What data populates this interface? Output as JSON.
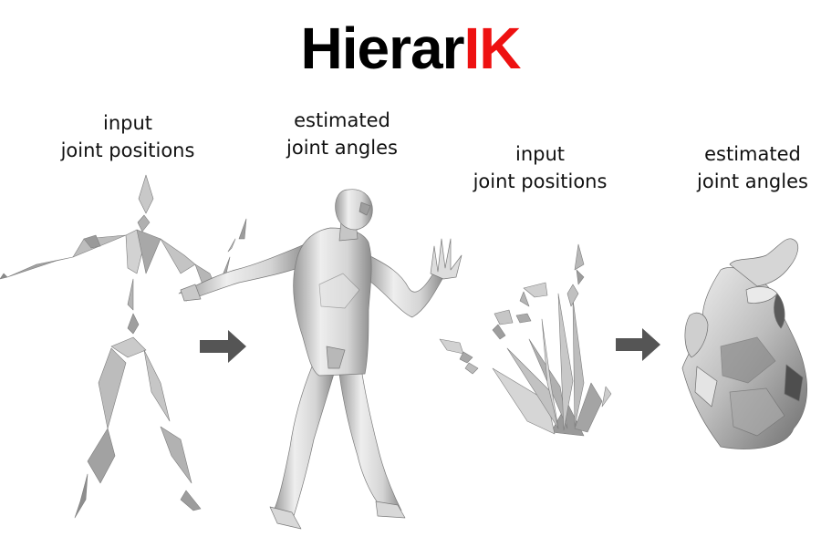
{
  "title": {
    "part1": "Hierar",
    "part2": "IK"
  },
  "colors": {
    "title": "#000000",
    "title_accent": "#ee1111",
    "arrow": "#555555",
    "mesh_light": "#e6e6e6",
    "mesh_dark": "#8a8a8a"
  },
  "panels": [
    {
      "caption_line1": "input",
      "caption_line2": "joint positions",
      "figure": "body-skeleton",
      "icon": "body-skeleton-icon"
    },
    {
      "caption_line1": "estimated",
      "caption_line2": "joint angles",
      "figure": "body-mesh",
      "icon": "body-mesh-icon"
    },
    {
      "caption_line1": "input",
      "caption_line2": "joint positions",
      "figure": "hand-skeleton",
      "icon": "hand-skeleton-icon"
    },
    {
      "caption_line1": "estimated",
      "caption_line2": "joint angles",
      "figure": "hand-mesh",
      "icon": "hand-mesh-icon"
    }
  ],
  "arrows": [
    "arrow-right-icon",
    "arrow-right-icon"
  ]
}
